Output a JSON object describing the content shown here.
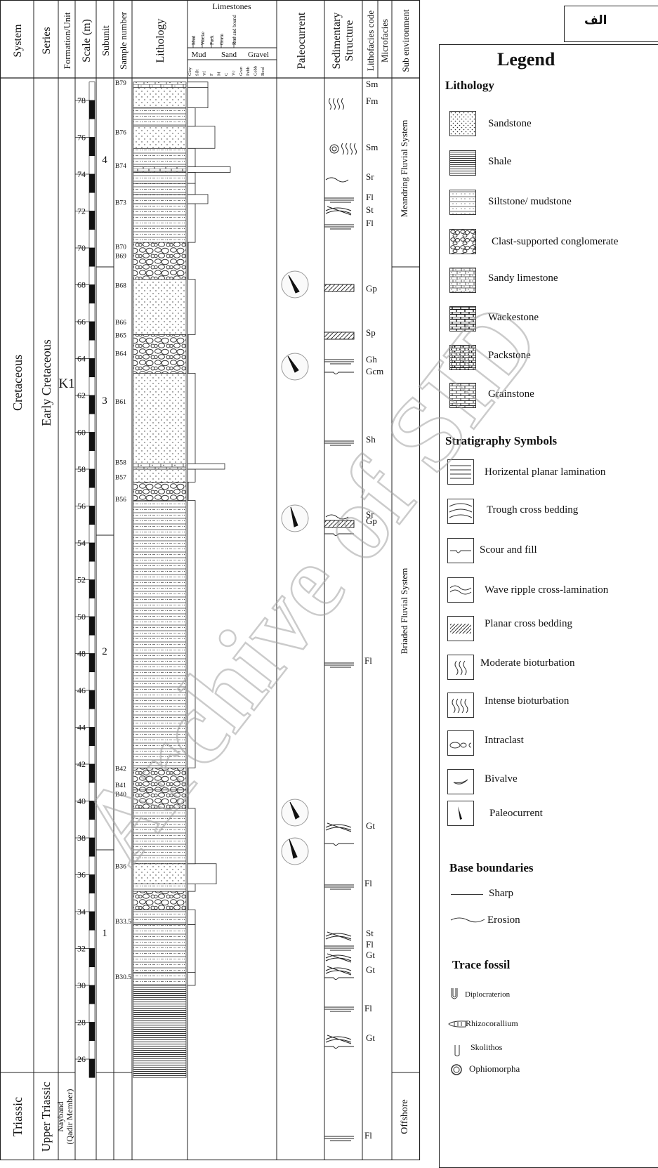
{
  "header": {
    "system": "System",
    "series": "Series",
    "formation": "Formation/Unit",
    "scale": "Scale (m)",
    "subunit": "Subunit",
    "sample_number": "Sample number",
    "lithology": "Lithology",
    "grain_title": "Limestones",
    "grain_top_labels": [
      "Mud",
      "Wacke",
      "Pack",
      "Grain",
      "Rud and bound"
    ],
    "grain_mid_labels": [
      "Mud",
      "Sand",
      "Gravel"
    ],
    "grain_bottom_labels": [
      "Clay",
      "Silt",
      "Vf",
      "F",
      "M",
      "C",
      "Vc",
      "Gran",
      "Pebb",
      "Cobb",
      "Boul"
    ],
    "paleocurrent": "Paleocurrent",
    "sedimentary_structure": "Sedimentary Structure",
    "lithofacies_code": "Lithofacies code",
    "microfacies": "Microfacies",
    "sub_environment": "Sub environment"
  },
  "columns": {
    "system_cretaceous": "Cretaceous",
    "system_triassic": "Triassic",
    "series_early_cretaceous": "Early Cretaceous",
    "series_upper_triassic": "Upper Triassic",
    "formation_k1": "K1",
    "formation_nayband": "Nayband",
    "formation_qadir": "(Qadir Member)",
    "subunits": [
      "4",
      "3",
      "2",
      "1"
    ],
    "sub_env_meandering": "Meandring Fluvial System",
    "sub_env_braided": "Briaded Fluvial System",
    "sub_env_offshore": "Offshore"
  },
  "scale_ticks": [
    78,
    76,
    74,
    72,
    70,
    68,
    66,
    64,
    62,
    60,
    58,
    56,
    54,
    52,
    50,
    48,
    46,
    44,
    42,
    40,
    38,
    36,
    34,
    32,
    30,
    28,
    26
  ],
  "samples": [
    "B79",
    "B76",
    "B74",
    "B73",
    "B70",
    "B69",
    "B68",
    "B66",
    "B65",
    "B64",
    "B61",
    "B58",
    "B57",
    "B56",
    "B42",
    "B41",
    "B40",
    "B36",
    "B33.5",
    "B30.5"
  ],
  "facies_codes": [
    "Sm",
    "Fm",
    "Sm",
    "Sr",
    "Fl",
    "St",
    "Fl",
    "Gp",
    "Sp",
    "Gh",
    "Gcm",
    "Sh",
    "Sr",
    "Gp",
    "Fl",
    "Gt",
    "Fl",
    "St",
    "Fl",
    "Gt",
    "Gt",
    "Fl",
    "Gt",
    "Fl"
  ],
  "badge": "الف",
  "legend": {
    "title": "Legend",
    "lithology_title": "Lithology",
    "lithology": [
      "Sandstone",
      "Shale",
      "Siltstone/ mudstone",
      "Clast-supported conglomerate",
      "Sandy limestone",
      "Wackestone",
      "Packstone",
      "Grainstone"
    ],
    "strat_title": "Stratigraphy Symbols",
    "strat": [
      "Horizental planar lamination",
      "Trough cross bedding",
      "Scour and fill",
      "Wave ripple cross-lamination",
      "Planar cross bedding",
      "Moderate bioturbation",
      "Intense bioturbation",
      "Intraclast",
      "Bivalve",
      "Paleocurrent"
    ],
    "base_title": "Base boundaries",
    "base": [
      "Sharp",
      "Erosion"
    ],
    "trace_title": "Trace fossil",
    "trace": [
      "Diplocraterion",
      "Rhizocorallium",
      "Skolithos",
      "Ophiomorpha"
    ]
  },
  "watermark": "Archive of SID"
}
